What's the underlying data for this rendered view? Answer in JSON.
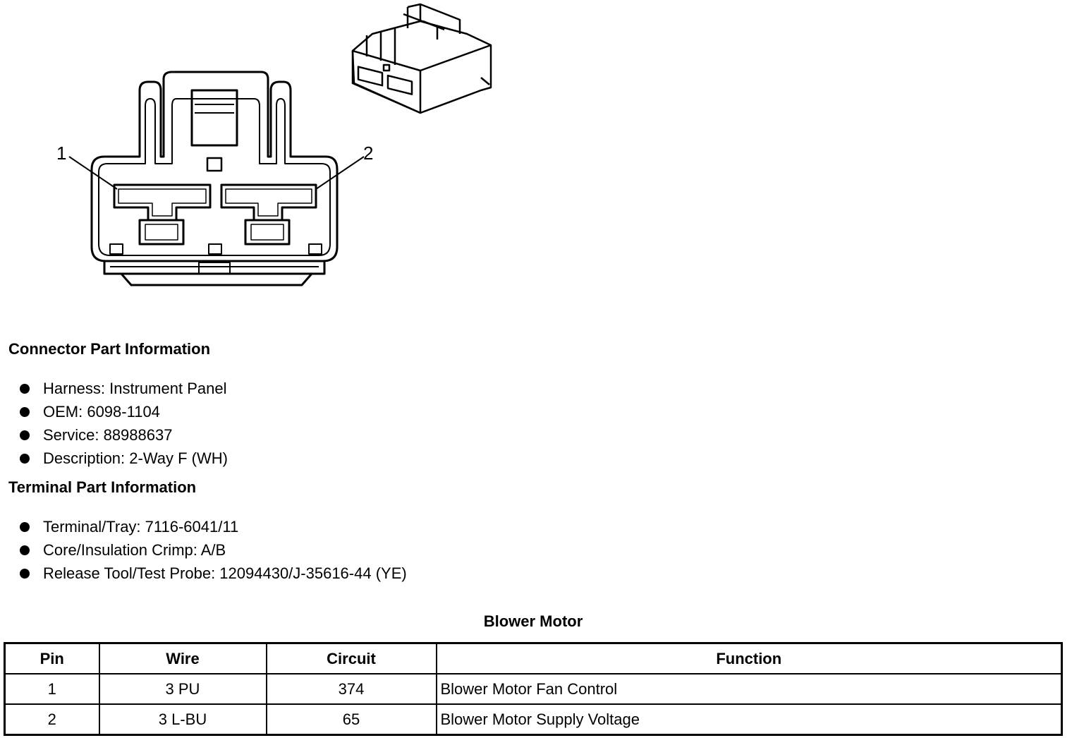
{
  "pin_labels": [
    "1",
    "2"
  ],
  "connector_info": {
    "heading": "Connector Part Information",
    "items": [
      "Harness: Instrument Panel",
      "OEM: 6098-1104",
      "Service: 88988637",
      "Description: 2-Way F (WH)"
    ]
  },
  "terminal_info": {
    "heading": "Terminal Part Information",
    "items": [
      "Terminal/Tray: 7116-6041/11",
      "Core/Insulation Crimp: A/B",
      "Release Tool/Test Probe: 12094430/J-35616-44 (YE)"
    ]
  },
  "table": {
    "title": "Blower Motor",
    "headers": [
      "Pin",
      "Wire",
      "Circuit",
      "Function"
    ],
    "rows": [
      [
        "1",
        "3 PU",
        "374",
        "Blower Motor Fan Control"
      ],
      [
        "2",
        "3 L-BU",
        "65",
        "Blower Motor Supply Voltage"
      ]
    ]
  }
}
